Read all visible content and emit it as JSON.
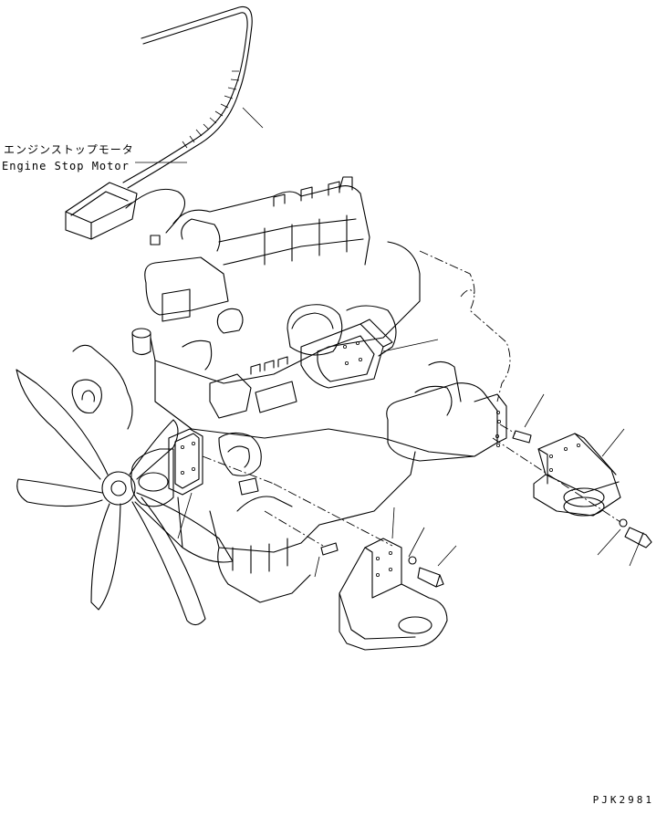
{
  "callouts": {
    "engine_stop_motor_jp": "エンジンストップモータ",
    "engine_stop_motor_en": "Engine Stop Motor"
  },
  "drawing_code": "PJK2981"
}
